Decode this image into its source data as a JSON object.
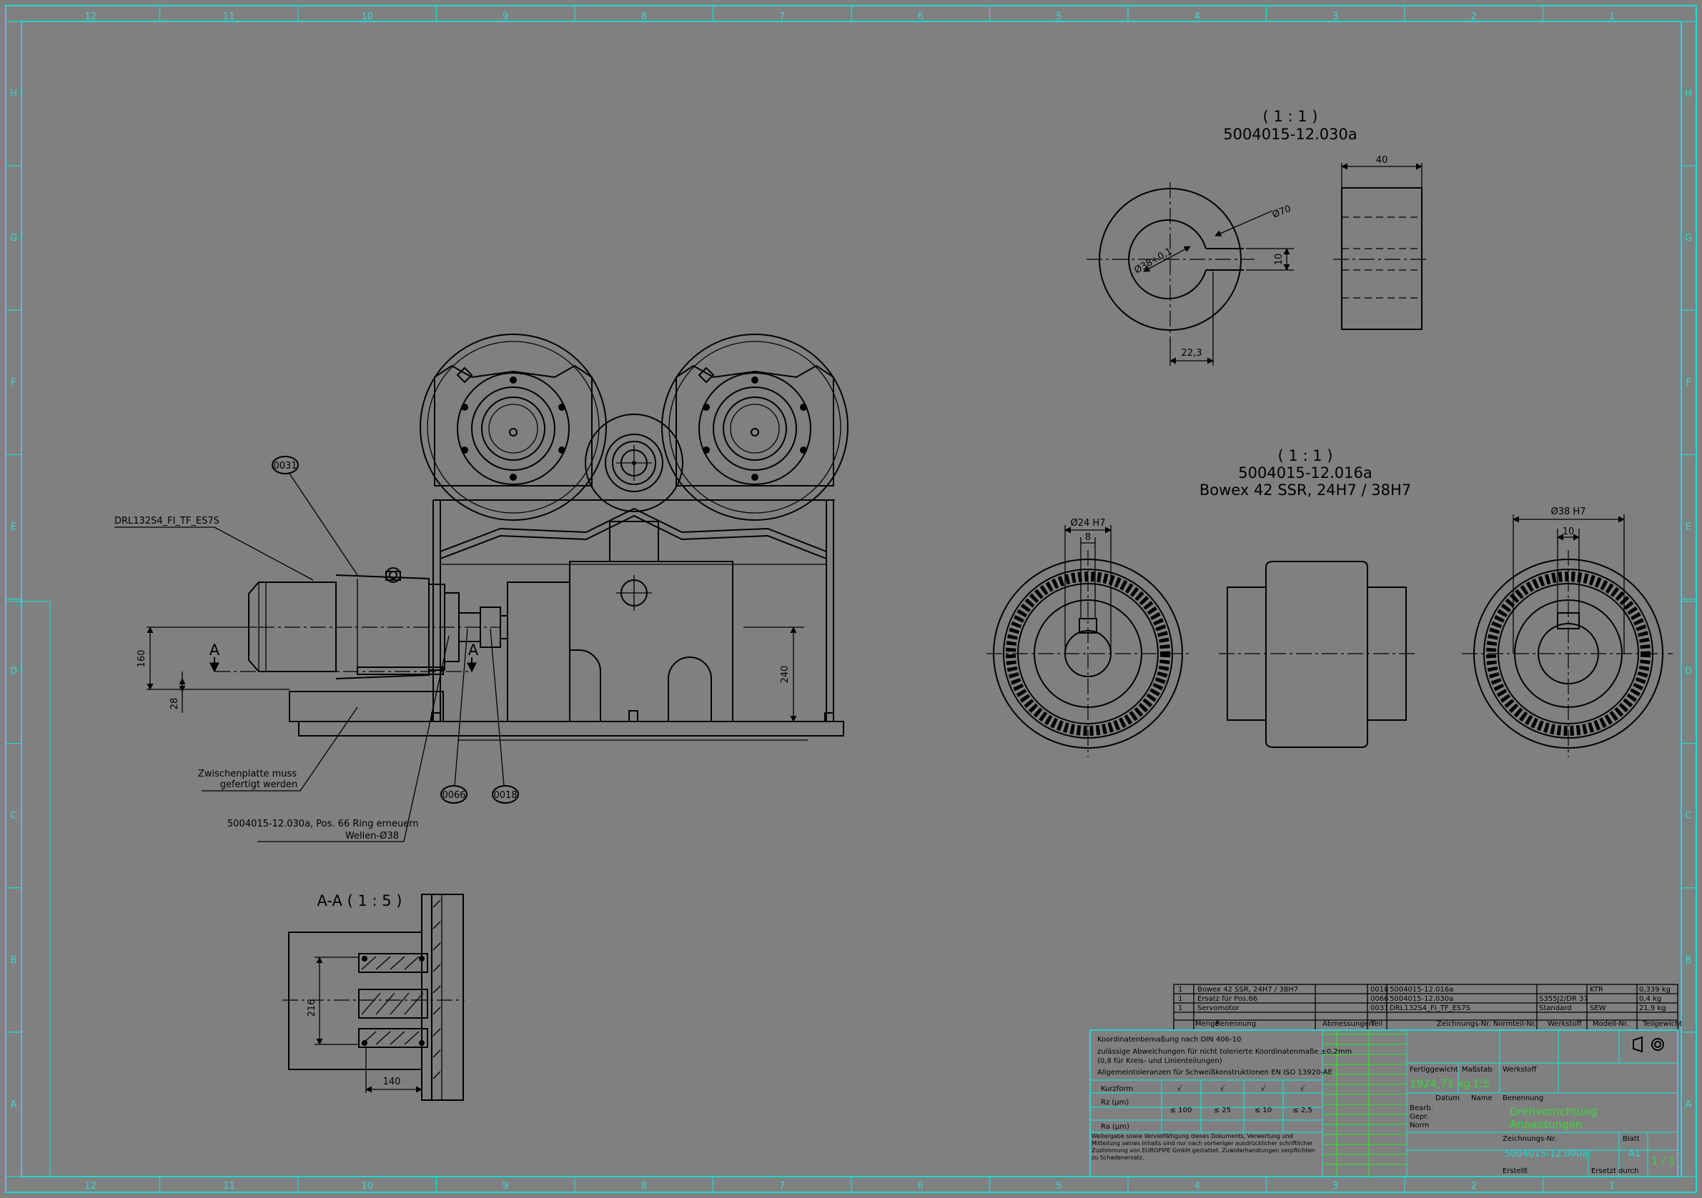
{
  "frame": {
    "columns": [
      "12",
      "11",
      "10",
      "9",
      "8",
      "7",
      "6",
      "5",
      "4",
      "3",
      "2",
      "1"
    ],
    "rows": [
      "H",
      "G",
      "F",
      "E",
      "D",
      "C",
      "B",
      "A"
    ]
  },
  "views": {
    "main": {
      "callouts": [
        "0031",
        "0066",
        "0018"
      ],
      "motor_label": "DRL132S4_FI_TF_ES7S",
      "note_plate_1": "Zwischenplatte muss",
      "note_plate_2": "gefertigt werden",
      "note_ring_1": "5004015-12.030a, Pos. 66 Ring erneuern",
      "note_ring_2": "Wellen-Ø38",
      "section_mark": "A",
      "dims": [
        "160",
        "28",
        "240"
      ]
    },
    "ring": {
      "scale": "( 1 : 1 )",
      "part": "5004015-12.030a",
      "dims": [
        "40",
        "Ø70",
        "Ø38+0,1",
        "10",
        "22,3"
      ]
    },
    "coupling": {
      "scale": "( 1 : 1 )",
      "part": "5004015-12.016a",
      "desc": "Bowex 42 SSR, 24H7 / 38H7",
      "dims": [
        "Ø24 H7",
        "8",
        "Ø38 H7",
        "10"
      ]
    },
    "section": {
      "label": "A-A ( 1 : 5 )",
      "dims": [
        "216",
        "140"
      ]
    }
  },
  "parts_list": [
    {
      "qty": "1",
      "desc": "Bowex 42 SSR, 24H7 / 38H7",
      "pos": "0018",
      "number": "5004015-12.016a",
      "norm": "",
      "material": "KTR",
      "mass": "0,339 kg"
    },
    {
      "qty": "1",
      "desc": "Ersatz für Pos.66",
      "pos": "0066",
      "number": "5004015-12.030a",
      "norm": "S355J2/DR 37",
      "material": "",
      "mass": "0,4 kg"
    },
    {
      "qty": "1",
      "desc": "Servomotor",
      "pos": "0031",
      "number": "DRL132S4_FI_TF_ES7S",
      "norm": "Standard",
      "material": "SEW",
      "mass": "21,9 kg"
    }
  ],
  "parts_header": [
    "Menge",
    "Benennung",
    "Abmessungen",
    "Teil",
    "Zeichnungs-Nr. Normteil-Nr.",
    "Werkstoff",
    "Modell-Nr.",
    "Teilgewicht"
  ],
  "title_block": {
    "notes_1": "Koordinatenbemaßung nach DIN 406-10",
    "notes_2": "zulässige Abweichungen für nicht tolerierte Koordinatenmaße ±0,2mm",
    "notes_3": "(0,8 für Kreis- und Linienteilungen)",
    "notes_4": "Allgemeintoleranzen für Schweißkonstruktionen EN ISO 13920-AE",
    "rough_header": "Kurzform",
    "rz_label": "Rz (µm)",
    "ra_label": "Ra (µm)",
    "rz_values": [
      "≤ 100",
      "≤ 25",
      "≤ 10",
      "≤ 2,5"
    ],
    "copyright": "Weitergabe sowie Vervielfältigung dieses Dokuments, Verwertung und Mitteilung seines Inhalts sind nur nach vorheriger ausdrücklicher schriftlicher Zustimmung von EUROPIPE GmbH gestattet. Zuwiderhandlungen verpflichten zu Schadenersatz.",
    "mass": "1924,71 kg",
    "scale": "1:5",
    "title_1": "Drehvorrichtung",
    "title_2": "Anpassungen",
    "drawing_no": "5004015-12.000a",
    "size": "A1",
    "sheet": "1 / 1",
    "labels": [
      "Fertiggewicht",
      "Maßstab",
      "Werkstoff",
      "Benennung",
      "Zeichnungs-Nr.",
      "Blatt",
      "Erstellt",
      "Ersetzt durch",
      "Bearb.",
      "Gepr.",
      "Norm",
      "Datum",
      "Name"
    ]
  },
  "colors": {
    "background": "#808080",
    "frame": "#22d8d0",
    "title_green": "#38d838",
    "linework": "#000000"
  }
}
